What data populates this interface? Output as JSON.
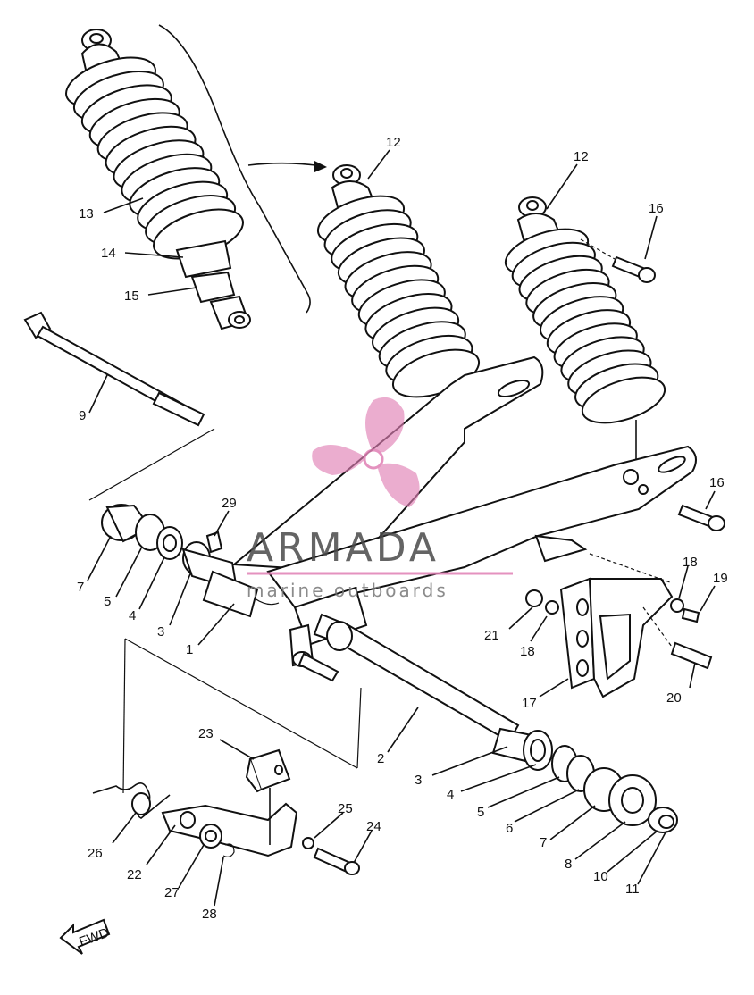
{
  "watermark": {
    "brand": "ARMADA",
    "tagline": "marine outboards",
    "color": "#e07fb4"
  },
  "fwd_label": "FWD",
  "callouts": [
    {
      "id": "c13",
      "text": "13"
    },
    {
      "id": "c14",
      "text": "14"
    },
    {
      "id": "c15",
      "text": "15"
    },
    {
      "id": "c12a",
      "text": "12"
    },
    {
      "id": "c12b",
      "text": "12"
    },
    {
      "id": "c16a",
      "text": "16"
    },
    {
      "id": "c16b",
      "text": "16"
    },
    {
      "id": "c9",
      "text": "9"
    },
    {
      "id": "c29",
      "text": "29"
    },
    {
      "id": "c7a",
      "text": "7"
    },
    {
      "id": "c5a",
      "text": "5"
    },
    {
      "id": "c4a",
      "text": "4"
    },
    {
      "id": "c3a",
      "text": "3"
    },
    {
      "id": "c1",
      "text": "1"
    },
    {
      "id": "c18a",
      "text": "18"
    },
    {
      "id": "c19",
      "text": "19"
    },
    {
      "id": "c21",
      "text": "21"
    },
    {
      "id": "c18b",
      "text": "18"
    },
    {
      "id": "c17",
      "text": "17"
    },
    {
      "id": "c20",
      "text": "20"
    },
    {
      "id": "c2",
      "text": "2"
    },
    {
      "id": "c23",
      "text": "23"
    },
    {
      "id": "c3b",
      "text": "3"
    },
    {
      "id": "c4b",
      "text": "4"
    },
    {
      "id": "c5b",
      "text": "5"
    },
    {
      "id": "c6",
      "text": "6"
    },
    {
      "id": "c7b",
      "text": "7"
    },
    {
      "id": "c8",
      "text": "8"
    },
    {
      "id": "c10",
      "text": "10"
    },
    {
      "id": "c11",
      "text": "11"
    },
    {
      "id": "c25",
      "text": "25"
    },
    {
      "id": "c24",
      "text": "24"
    },
    {
      "id": "c26",
      "text": "26"
    },
    {
      "id": "c22",
      "text": "22"
    },
    {
      "id": "c27",
      "text": "27"
    },
    {
      "id": "c28",
      "text": "28"
    }
  ]
}
